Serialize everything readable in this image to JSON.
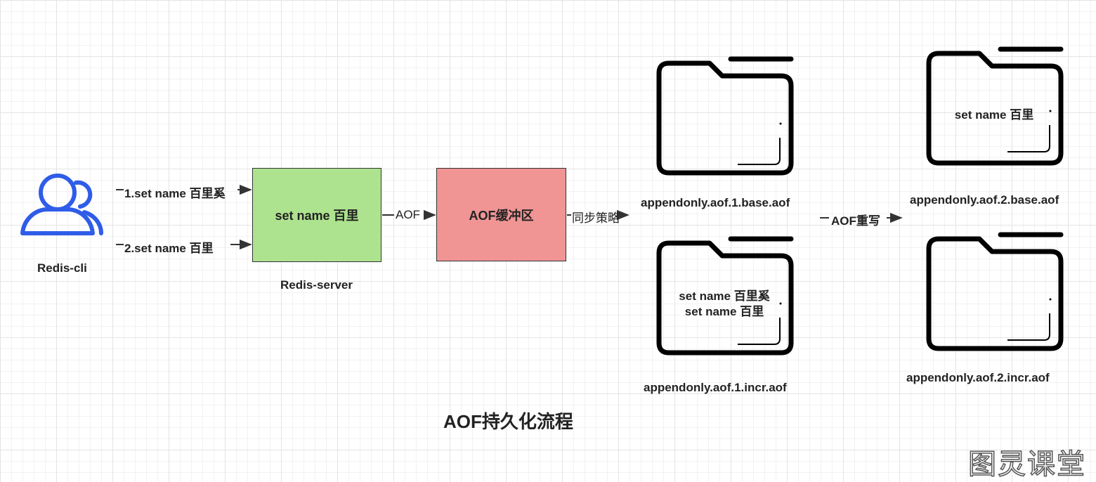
{
  "diagram": {
    "caption": "AOF持久化流程",
    "watermark": "图灵课堂",
    "nodes": {
      "client": {
        "label": "Redis-cli",
        "icon": "users-icon",
        "color": "#2f5ce8"
      },
      "server": {
        "text": "set name 百里",
        "label": "Redis-server",
        "fill": "#ade38e"
      },
      "buffer": {
        "text": "AOF缓冲区",
        "fill": "#f09494"
      },
      "base1": {
        "label": "appendonly.aof.1.base.aof",
        "lines": []
      },
      "incr1": {
        "label": "appendonly.aof.1.incr.aof",
        "lines": [
          "set name 百里奚",
          "set name 百里"
        ]
      },
      "base2": {
        "label": "appendonly.aof.2.base.aof",
        "lines": [
          "set name 百里"
        ]
      },
      "incr2": {
        "label": "appendonly.aof.2.incr.aof",
        "lines": []
      }
    },
    "edges": {
      "cmd1": "1.set name 百里奚",
      "cmd2": "2.set name 百里",
      "aof": "AOF",
      "sync": "同步策略",
      "rewrite": "AOF重写"
    }
  }
}
